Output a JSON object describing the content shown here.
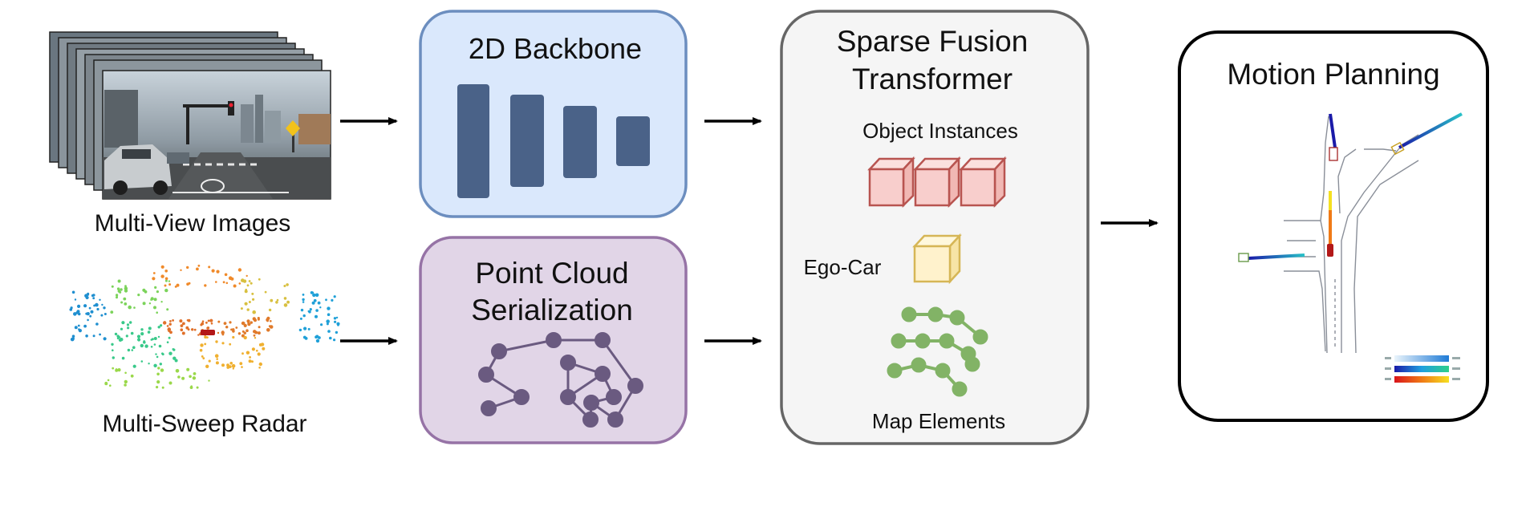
{
  "inputs": {
    "images_label": "Multi-View Images",
    "radar_label": "Multi-Sweep Radar"
  },
  "backbone": {
    "title": "2D Backbone"
  },
  "serialization": {
    "title_line1": "Point Cloud",
    "title_line2": "Serialization"
  },
  "fusion": {
    "title_line1": "Sparse Fusion",
    "title_line2": "Transformer",
    "object_label": "Object Instances",
    "ego_label": "Ego-Car",
    "map_label": "Map Elements"
  },
  "planning": {
    "title": "Motion Planning"
  },
  "colors": {
    "backbone_fill": "#dae8fc",
    "backbone_stroke": "#6c8ebf",
    "backbone_bars": "#4a6288",
    "serialization_fill": "#e1d5e7",
    "serialization_stroke": "#9673a6",
    "graph_nodes": "#6a5a80",
    "fusion_fill": "#f5f5f5",
    "fusion_stroke": "#666666",
    "object_cube": "#f8cecc",
    "object_cube_stroke": "#b85450",
    "ego_cube": "#fff2cc",
    "ego_cube_stroke": "#d6b656",
    "map_nodes": "#82b366"
  }
}
